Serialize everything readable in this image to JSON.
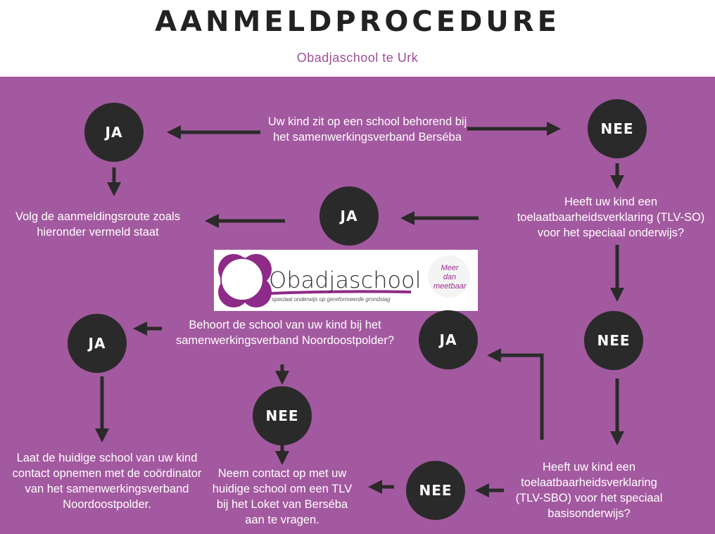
{
  "header": {
    "title": "AANMELDPROCEDURE",
    "subtitle": "Obadjaschool te Urk"
  },
  "nodes": {
    "q1": "Uw kind zit op een school behorend bij het samenwerkingsverband Berséba",
    "ja1": "JA",
    "nee1": "NEE",
    "r1": "Volg de aanmeldingsroute zoals hieronder vermeld staat",
    "q2": "Heeft uw kind een toelaatbaarheidsverklaring (TLV-SO) voor het speciaal onderwijs?",
    "ja2": "JA",
    "nee2": "NEE",
    "q3": "Behoort de school van uw kind bij het samenwerkingsverband Noordoostpolder?",
    "ja3": "JA",
    "nee3": "NEE",
    "r3": "Laat de huidige school van uw kind contact opnemen met de coördinator van het samenwerkingsverband Noordoostpolder.",
    "r4": "Neem contact op met uw huidige school om een TLV bij het Loket van Berséba aan te vragen.",
    "ja4": "JA",
    "nee4": "NEE",
    "q4": "Heeft uw kind een toelaatbaarheidsverklaring (TLV-SBO) voor het speciaal basisonderwijs?"
  },
  "logo": {
    "name": "Obadjaschool",
    "tagline": "speciaal onderwijs op gereformeerde grondslag",
    "badge": "Meer dan meetbaar"
  },
  "colors": {
    "purple": "#a3599f",
    "dark": "#2a2a2a"
  }
}
